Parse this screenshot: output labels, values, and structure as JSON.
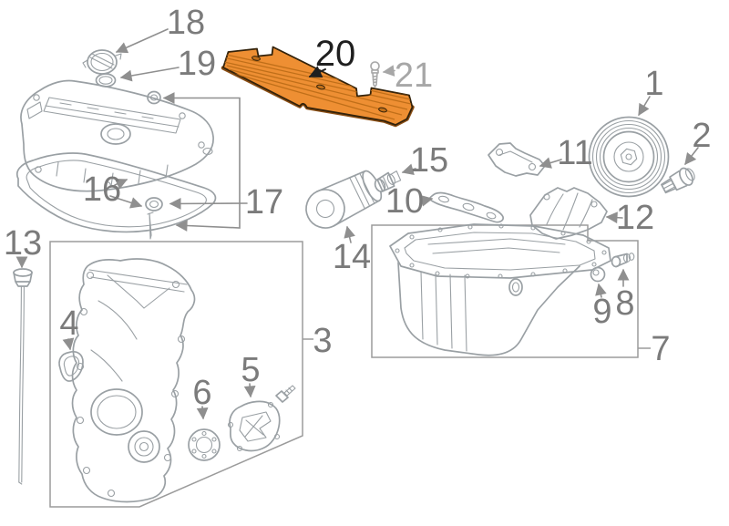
{
  "colors": {
    "background": "#ffffff",
    "art_line": "#9aa0a4",
    "label_text": "#7b7b7b",
    "muted_text": "#a7a7a7",
    "selected_text": "#1f1f1f",
    "leader_line": "#8f8f8f",
    "box_line": "#9b9b9b",
    "highlight_fill": "#ee8f33",
    "highlight_stripe": "#c06f19",
    "highlight_outline": "#33220a",
    "highlight_side": "#8a4e14"
  },
  "callouts": [
    {
      "num": "1",
      "name": "crankshaft-pulley"
    },
    {
      "num": "2",
      "name": "pulley-bolt"
    },
    {
      "num": "3",
      "name": "timing-chain-cover"
    },
    {
      "num": "4",
      "name": "small-gasket"
    },
    {
      "num": "5",
      "name": "side-cover-plate"
    },
    {
      "num": "6",
      "name": "seal-ring"
    },
    {
      "num": "7",
      "name": "oil-pan"
    },
    {
      "num": "8",
      "name": "drain-bolt"
    },
    {
      "num": "9",
      "name": "drain-washer"
    },
    {
      "num": "10",
      "name": "gasket-strip"
    },
    {
      "num": "11",
      "name": "bracket"
    },
    {
      "num": "12",
      "name": "splash-shield"
    },
    {
      "num": "13",
      "name": "dipstick"
    },
    {
      "num": "14",
      "name": "oil-filter"
    },
    {
      "num": "15",
      "name": "filter-fitting"
    },
    {
      "num": "16",
      "name": "valve-cover-gasket"
    },
    {
      "num": "17",
      "name": "grommet-set"
    },
    {
      "num": "18",
      "name": "oil-filler-cap"
    },
    {
      "num": "19",
      "name": "cap-seal"
    },
    {
      "num": "20",
      "name": "engine-cover-plate"
    },
    {
      "num": "21",
      "name": "plate-bolt"
    }
  ]
}
